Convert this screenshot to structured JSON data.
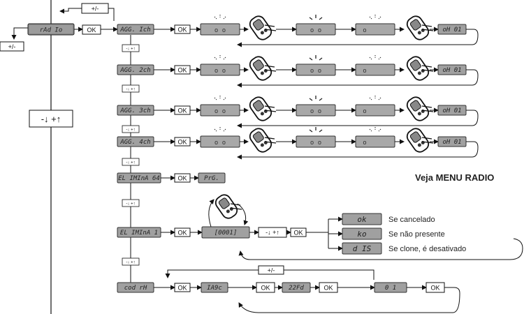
{
  "controls": {
    "plus_minus": "+/-",
    "down_up": "-↓ +↑",
    "down_up_small": "-↓ +↑",
    "ok": "OK"
  },
  "menu": {
    "radio": "rAd Io"
  },
  "rows": [
    {
      "label": "AGG. Ich",
      "result": "oH 01"
    },
    {
      "label": "AGG. 2ch",
      "result": "oH 01"
    },
    {
      "label": "AGG. 3ch",
      "result": "oH 01"
    },
    {
      "label": "AGG. 4ch",
      "result": "oH 01"
    }
  ],
  "segments_display": "o      o",
  "single_display": "o",
  "elimina64": {
    "label": "EL IMInA 64",
    "result": "PrG."
  },
  "elimina1": {
    "label": "EL IMInA 1",
    "code": "[0001]",
    "options": [
      {
        "code": "ok",
        "text": "Se cancelado"
      },
      {
        "code": "ko",
        "text": "Se não presente"
      },
      {
        "code": "d IS",
        "text": "Se clone, é desativado"
      }
    ]
  },
  "codrx": {
    "label": "cod rH",
    "values": [
      "IA9c",
      "22Fd",
      "0 1"
    ]
  },
  "menu_link": "Veja MENU RADIO"
}
